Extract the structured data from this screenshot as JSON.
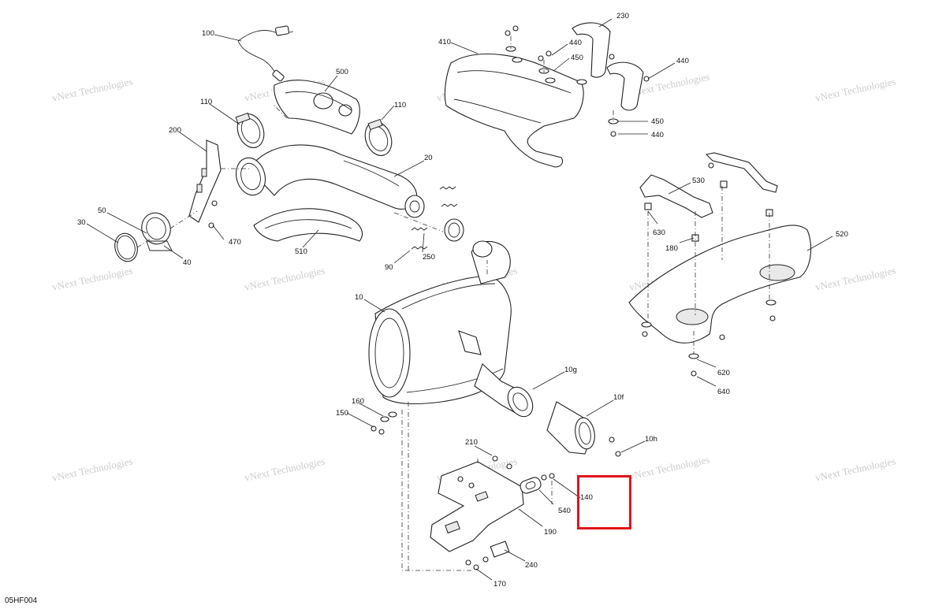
{
  "figure_code": "05HF004",
  "watermark_text": "vNext Technologies",
  "highlight_color": "#e0141b",
  "callouts": {
    "c100": "100",
    "c500": "500",
    "c110a": "110",
    "c110b": "110",
    "c200": "200",
    "c20": "20",
    "c50": "50",
    "c30": "30",
    "c470": "470",
    "c40": "40",
    "c510": "510",
    "c250": "250",
    "c90": "90",
    "c410": "410",
    "c230": "230",
    "c440a": "440",
    "c450a": "450",
    "c440b": "440",
    "c450b": "450",
    "c440c": "440",
    "c530": "530",
    "c630": "630",
    "c180": "180",
    "c520": "520",
    "c10": "10",
    "c10g": "10g",
    "c10f": "10f",
    "c10h": "10h",
    "c620": "620",
    "c640": "640",
    "c160": "160",
    "c150": "150",
    "c210": "210",
    "c140": "140",
    "c540": "540",
    "c190": "190",
    "c240": "240",
    "c170": "170"
  }
}
